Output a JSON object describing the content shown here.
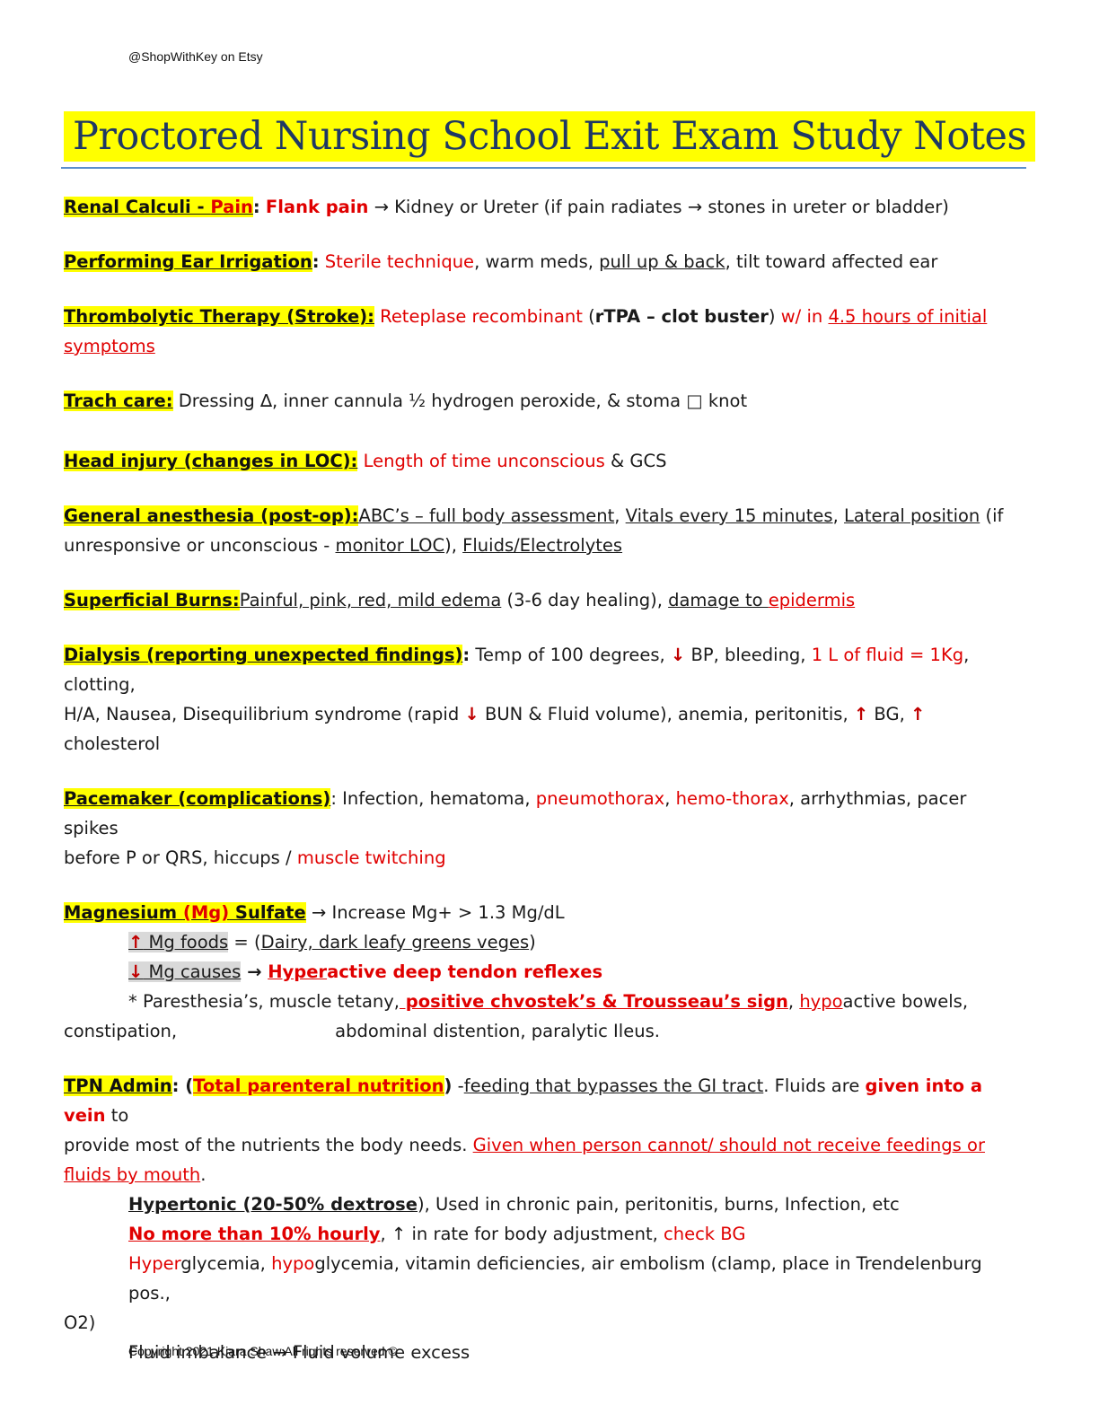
{
  "header": {
    "note": "@ShopWithKey on Etsy"
  },
  "title": "Proctored Nursing School Exit Exam Study Notes",
  "renal": {
    "t1": "Renal Calculi - ",
    "t2": "Pain",
    "t3": ":",
    "b1": "Flank pain",
    "rest": " → Kidney or Ureter (if pain radiates → stones in ureter or bladder)"
  },
  "ear": {
    "title": "Performing Ear Irrigation",
    "colon": ":",
    "r1": "Sterile technique",
    "s1": ", warm meds, ",
    "u1": "pull up & back",
    "s2": ", tilt toward affected ear"
  },
  "thrombo": {
    "title": "Thrombolytic Therapy (Stroke):",
    "r1": "Reteplase recombinant",
    "s1": " (",
    "b1": "rTPA – clot buster",
    "s2": ") ",
    "r2": "w/ in ",
    "ru1": "4.5 hours of initial",
    "ru2": "symptoms"
  },
  "trach": {
    "title": "Trach care:",
    "rest": " Dressing ∆, inner cannula ½ hydrogen peroxide, & stoma □ knot"
  },
  "head": {
    "title": "Head injury (changes in LOC):",
    "r1": "Length of time unconscious",
    "s1": " & GCS"
  },
  "anesthesia": {
    "title": "General anesthesia (post-op):",
    "u1": "ABC’s – full body assessment",
    "s1": ", ",
    "u2": "Vitals every 15 minutes",
    "s2": ", ",
    "u3": "Lateral position",
    "s3": " (if",
    "s4": "unresponsive or unconscious - ",
    "u4": "monitor LOC",
    "s5": "), ",
    "u5": "Fluids/Electrolytes"
  },
  "burns": {
    "title": "Superficial Burns:",
    "u1": "Painful, pink, red, mild edema",
    "s1": " (3-6 day healing), ",
    "u2": "damage to ",
    "ru": "epidermis"
  },
  "dialysis": {
    "title": "Dialysis (reporting unexpected findings)",
    "colon": ":",
    "s1": " Temp of 100 degrees, ",
    "arrow_down": "↓",
    "s2": " BP, bleeding, ",
    "r1": "1 L of fluid = 1Kg",
    "s3": ", clotting,",
    "s4": "H/A, Nausea, Disequilibrium syndrome (rapid ",
    "arrow_down2": "↓",
    "s5": " BUN & Fluid volume), anemia, peritonitis, ",
    "arrow_up": "↑",
    "s6": " BG, ",
    "arrow_up2": "↑",
    "s7": "cholesterol"
  },
  "pacemaker": {
    "title": "Pacemaker (complications)",
    "colon": ":",
    "s1": " Infection, hematoma, ",
    "r1": "pneumothorax",
    "s2": ", ",
    "r2": "hemo-thorax",
    "s3": ", arrhythmias, pacer spikes",
    "s4": "before P or QRS, hiccups / ",
    "r3": "muscle twitching"
  },
  "magnesium": {
    "t1": "Magnesium ",
    "t2": "(Mg)",
    "t3": " Sulfate",
    "rest": " → Increase Mg+ > 1.3 Mg/dL",
    "up": "↑",
    "foods": " Mg foods",
    "eq": " = (",
    "foods_list": "Dairy, dark leafy greens veges",
    "close": ")",
    "down": "↓",
    "causes": " Mg causes",
    "arrow": " → ",
    "hyper": "Hyper",
    "hyper_rest": "active deep tendon reflexes",
    "s1": "* Paresthesia’s, muscle tetany,",
    "chv": " positive chvostek’s & Trousseau’s sign",
    "s2": ", ",
    "hypo": "hypo",
    "s3": "active bowels,",
    "s4": "constipation,",
    "s5": "abdominal distention, paralytic Ileus."
  },
  "tpn": {
    "title": "TPN Admin",
    "colon": ":",
    "paren": " (",
    "rt": "Total parenteral nutrition",
    "paren2": ")",
    "s1": " -",
    "u1": "feeding that bypasses the GI tract",
    "s2": ". Fluids are ",
    "rb": "given into a vein",
    "s3": " to",
    "s4": "provide most of the nutrients the body needs. ",
    "ru1": "Given when person cannot/ should not receive feedings or",
    "ru2": "fluids by mouth",
    "s5": ".",
    "hyp_title": "Hypertonic (20-50% dextrose",
    "hyp_rest": "), Used in chronic pain, peritonitis, burns, Infection, etc",
    "nm": "No more than 10% hourly",
    "nm_rest": ", ↑ in rate for body adjustment, ",
    "nm_red": "check BG",
    "hyper": "Hyper",
    "hyper_rest": "glycemia, ",
    "hypo": "hypo",
    "hypo_rest": "glycemia, vitamin deficiencies, air embolism (clamp, place in Trendelenburg pos.,",
    "o2": "O2)",
    "fluid": "Fluid imbalance → Fluid volume excess"
  },
  "footer": {
    "copyright": "Copyright 2021 Kiara Shaw All rights reserved ©"
  }
}
